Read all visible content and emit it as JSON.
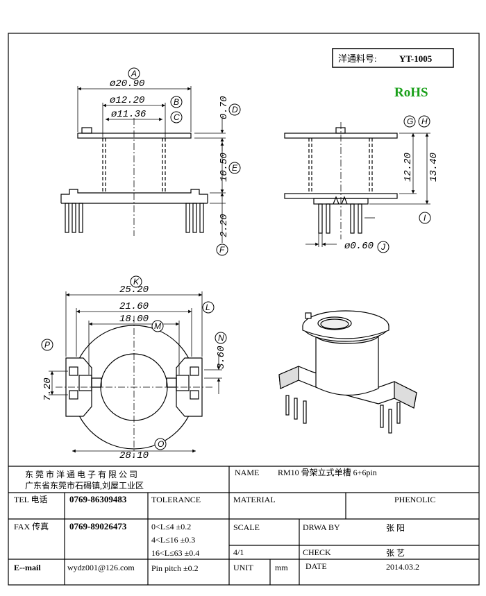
{
  "part_label": "洋通料号:",
  "part_no": "YT-1005",
  "rohs": "RoHS",
  "dims": {
    "d1": "ø20.90",
    "d2": "ø12.20",
    "d3": "ø11.36",
    "d4": "0.70",
    "d5": "10.50",
    "d6": "2.20",
    "d7": "12.20",
    "d8": "13.40",
    "d9": "ø0.60",
    "d10": "25.20",
    "d11": "21.60",
    "d12": "18.00",
    "d13": "3.60",
    "d14": "7.20",
    "d15": "28.10"
  },
  "bubbles": {
    "a": "A",
    "b": "B",
    "c": "C",
    "d": "D",
    "e": "E",
    "f": "F",
    "g": "G",
    "h": "H",
    "i": "I",
    "j": "J",
    "k": "K",
    "l": "L",
    "m": "M",
    "n": "N",
    "o": "O",
    "p": "P"
  },
  "title_block": {
    "company": "东 莞 市 洋 通 电 子 有 限 公 司",
    "address": "广东省东莞市石碣镇,刘屋工业区",
    "name_label": "NAME",
    "name_value": "RM10 骨架立式单槽 6+6pin",
    "tel_label": "TEL 电话",
    "tel_value": "0769-86309483",
    "fax_label": "FAX 传真",
    "fax_value": "0769-89026473",
    "email_label": "E--mail",
    "email_value": "wydz001@126.com",
    "tolerance_label": "TOLERANCE",
    "tol1": "0<L≤4   ±0.2",
    "tol2": "4<L≤16  ±0.3",
    "tol3": "16<L≤63  ±0.4",
    "tol4": "Pin pitch ±0.2",
    "material_label": "MATERIAL",
    "material_value": "PHENOLIC",
    "scale_label": "SCALE",
    "scale_value": "4/1",
    "drawby_label": "DRWA BY",
    "drawby_value": "张 阳",
    "check_label": "CHECK",
    "check_value": "张 艺",
    "unit_label": "UNIT",
    "unit_value": "mm",
    "date_label": "DATE",
    "date_value": "2014.03.2"
  }
}
